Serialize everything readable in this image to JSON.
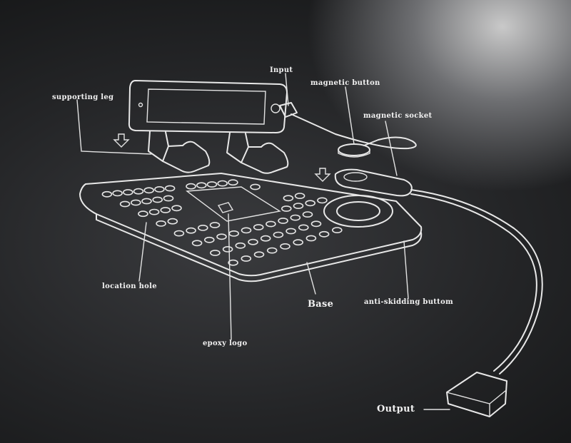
{
  "labels": {
    "input": "Input",
    "magnetic_button": "magnetic button",
    "magnetic_socket": "magnetic socket",
    "supporting_leg": "supporting leg",
    "location_hole": "location hole",
    "base": "Base",
    "anti_skidding_buttom": "anti-skidding buttom",
    "epoxy_logo": "epoxy logo",
    "output": "Output"
  },
  "colors": {
    "line": "#e8e8e8",
    "background": "#1b1c1e"
  }
}
